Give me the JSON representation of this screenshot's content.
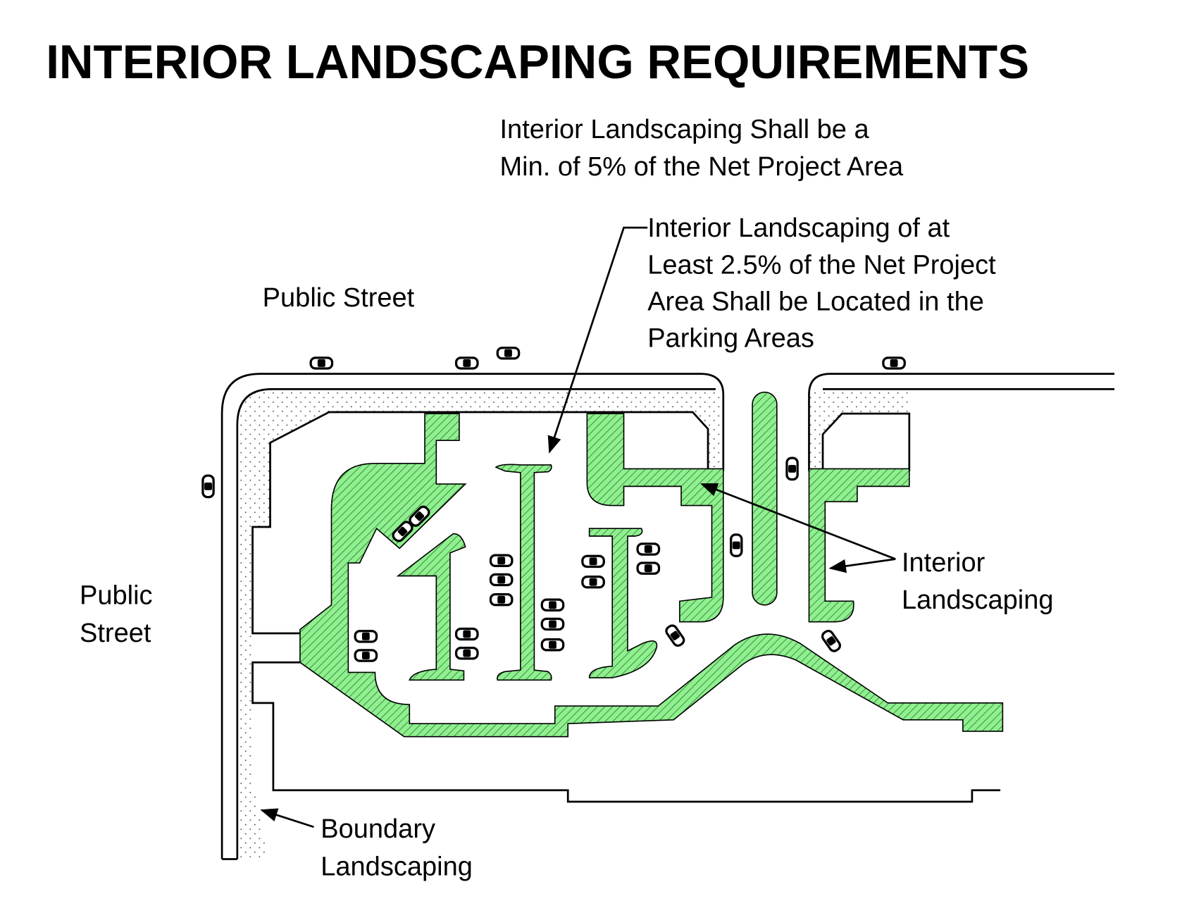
{
  "title": "INTERIOR LANDSCAPING REQUIREMENTS",
  "notes": {
    "minimum": [
      "Interior Landscaping Shall be a",
      "Min. of 5% of the Net Project Area"
    ],
    "parking": [
      "Interior Landscaping of at",
      "Least 2.5% of the Net Project",
      "Area Shall be Located in the",
      "Parking Areas"
    ]
  },
  "labels": {
    "public_street_top": "Public Street",
    "public_street_left": [
      "Public",
      "Street"
    ],
    "interior_landscaping": [
      "Interior",
      "Landscaping"
    ],
    "boundary_landscaping": [
      "Boundary",
      "Landscaping"
    ]
  },
  "colors": {
    "landscape_green": "#8ef08e",
    "hatch": "#2e6b2e",
    "ink": "#000000"
  }
}
